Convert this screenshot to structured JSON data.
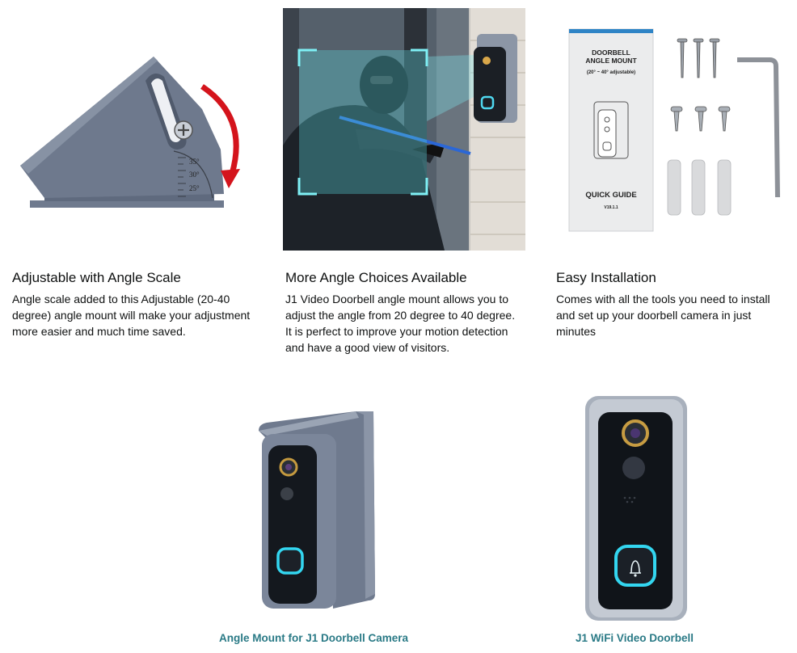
{
  "features": [
    {
      "title": "Adjustable with Angle Scale",
      "text": "Angle scale added to this Adjustable (20-40 degree) angle mount will make your adjustment more easier and much time saved.",
      "scale_marks": [
        "35°",
        "30°",
        "25°"
      ]
    },
    {
      "title": "More Angle Choices Available",
      "text": "J1 Video Doorbell angle mount allows you to adjust the angle from 20 degree to 40 degree. It is perfect to improve your motion detection and have a good view of visitors."
    },
    {
      "title": "Easy Installation",
      "text": "Comes with all the tools you need to install and set up your doorbell camera in just minutes",
      "guide": {
        "title_line1": "DOORBELL",
        "title_line2": "ANGLE MOUNT",
        "subtitle": "(20° ~ 40° adjustable)",
        "footer": "QUICK GUIDE",
        "version": "V19.1.1"
      }
    }
  ],
  "products": [
    {
      "caption": "Angle Mount for J1 Doorbell Camera"
    },
    {
      "caption": "J1 WiFi Video Doorbell"
    }
  ],
  "colors": {
    "caption": "#2a7a86",
    "mount_gray": "#6f7a8e",
    "arrow_red": "#d4141c",
    "ring_glow": "#33d6f0"
  }
}
